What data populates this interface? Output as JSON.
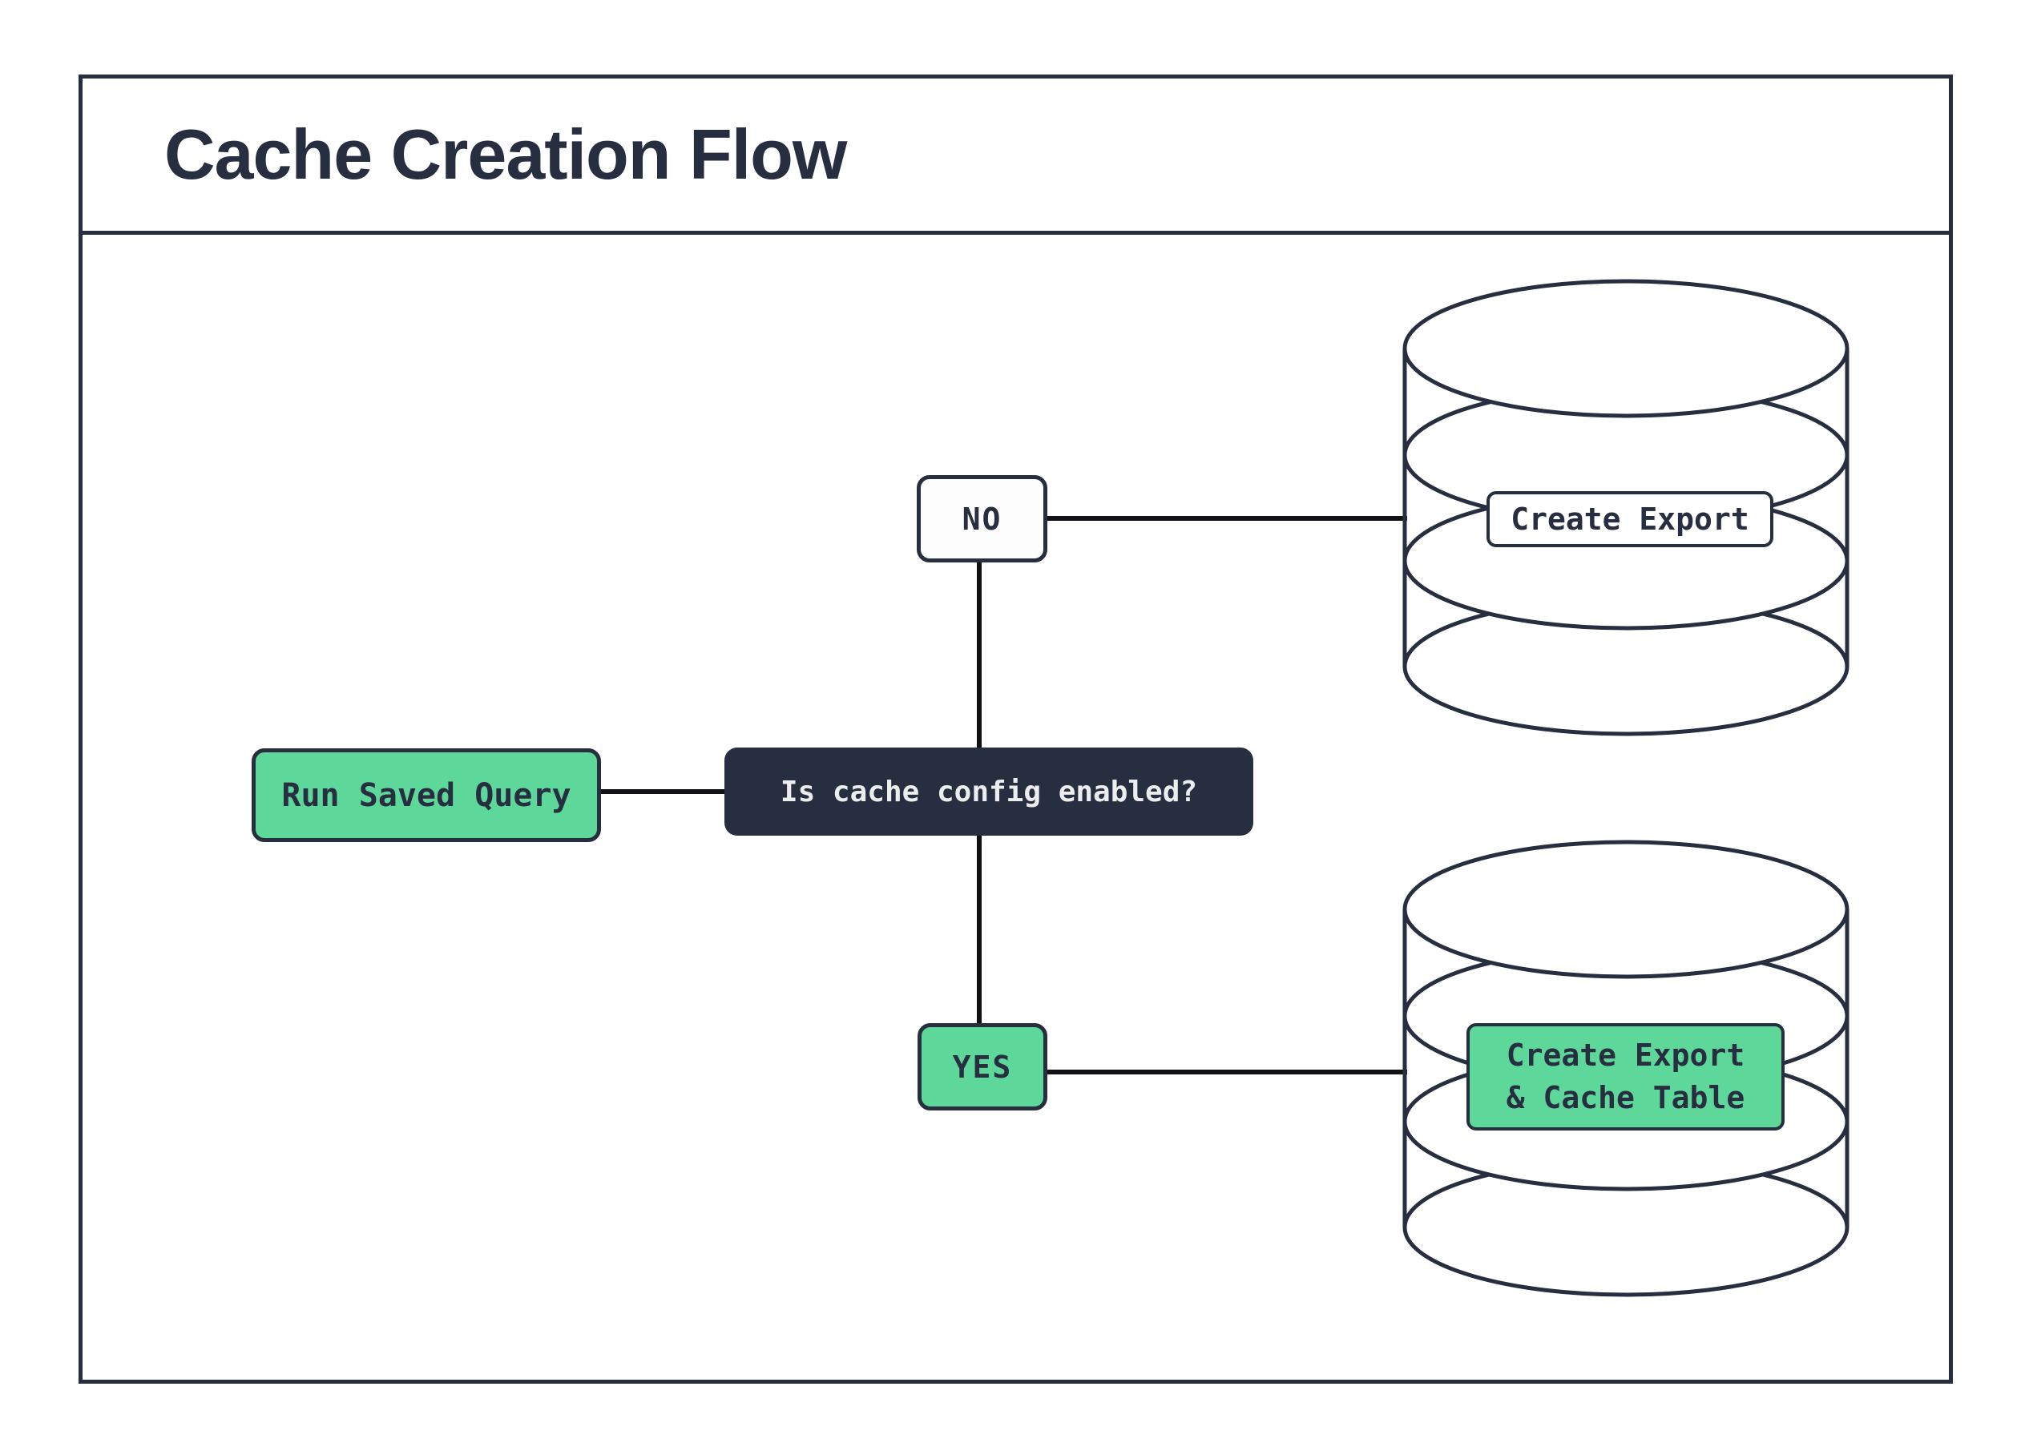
{
  "title": "Cache Creation Flow",
  "colors": {
    "navy": "#272e3f",
    "green": "#5ed89a",
    "line": "#101216",
    "white": "#ffffff",
    "box_text_light": "#ebedef"
  },
  "flowchart": {
    "start_node": {
      "label": "Run Saved Query"
    },
    "decision_node": {
      "label": "Is cache config enabled?"
    },
    "no_branch": {
      "label": "NO",
      "result": {
        "label": "Create Export",
        "icon": "database-icon"
      }
    },
    "yes_branch": {
      "label": "YES",
      "result": {
        "lines": [
          "Create Export",
          "& Cache Table"
        ],
        "icon": "database-icon"
      }
    }
  }
}
